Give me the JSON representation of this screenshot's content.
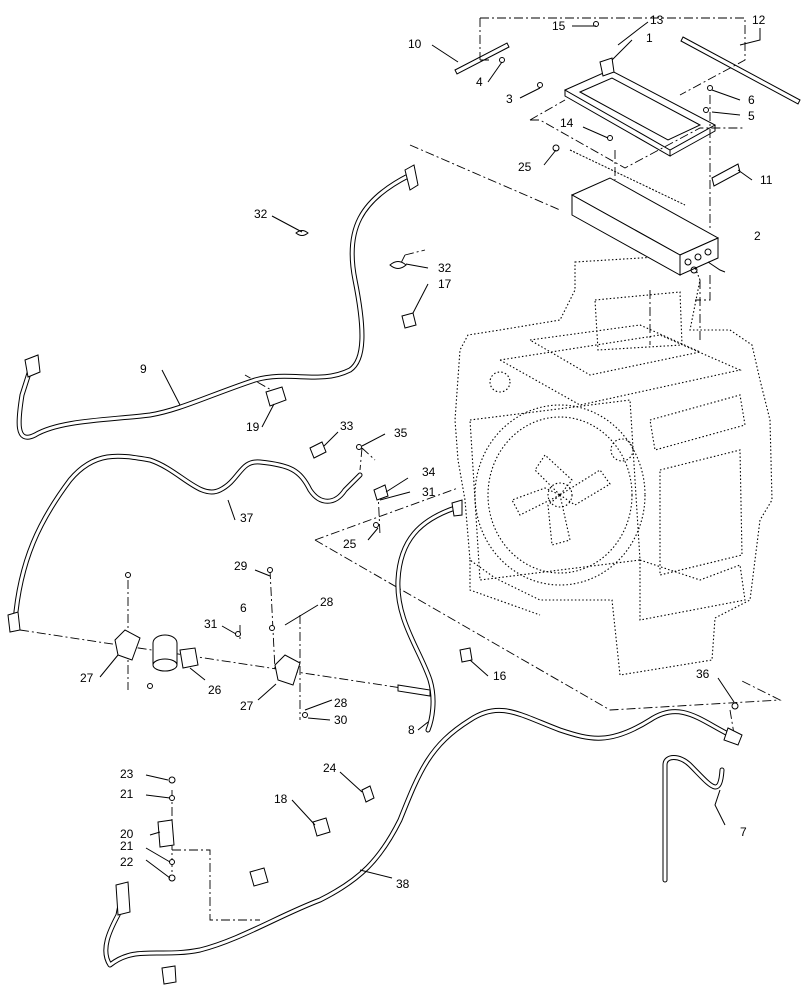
{
  "diagram": {
    "callouts": [
      {
        "id": "c1",
        "label": "1"
      },
      {
        "id": "c2",
        "label": "2"
      },
      {
        "id": "c3",
        "label": "3"
      },
      {
        "id": "c4",
        "label": "4"
      },
      {
        "id": "c5",
        "label": "5"
      },
      {
        "id": "c6a",
        "label": "6"
      },
      {
        "id": "c6b",
        "label": "6"
      },
      {
        "id": "c7",
        "label": "7"
      },
      {
        "id": "c8",
        "label": "8"
      },
      {
        "id": "c9",
        "label": "9"
      },
      {
        "id": "c10",
        "label": "10"
      },
      {
        "id": "c11",
        "label": "11"
      },
      {
        "id": "c12",
        "label": "12"
      },
      {
        "id": "c13",
        "label": "13"
      },
      {
        "id": "c14",
        "label": "14"
      },
      {
        "id": "c15",
        "label": "15"
      },
      {
        "id": "c16",
        "label": "16"
      },
      {
        "id": "c17",
        "label": "17"
      },
      {
        "id": "c18",
        "label": "18"
      },
      {
        "id": "c19",
        "label": "19"
      },
      {
        "id": "c20",
        "label": "20"
      },
      {
        "id": "c21a",
        "label": "21"
      },
      {
        "id": "c21b",
        "label": "21"
      },
      {
        "id": "c22",
        "label": "22"
      },
      {
        "id": "c23",
        "label": "23"
      },
      {
        "id": "c24",
        "label": "24"
      },
      {
        "id": "c25a",
        "label": "25"
      },
      {
        "id": "c25b",
        "label": "25"
      },
      {
        "id": "c26",
        "label": "26"
      },
      {
        "id": "c27a",
        "label": "27"
      },
      {
        "id": "c27b",
        "label": "27"
      },
      {
        "id": "c28a",
        "label": "28"
      },
      {
        "id": "c28b",
        "label": "28"
      },
      {
        "id": "c29",
        "label": "29"
      },
      {
        "id": "c30",
        "label": "30"
      },
      {
        "id": "c31a",
        "label": "31"
      },
      {
        "id": "c31b",
        "label": "31"
      },
      {
        "id": "c32a",
        "label": "32"
      },
      {
        "id": "c32b",
        "label": "32"
      },
      {
        "id": "c33",
        "label": "33"
      },
      {
        "id": "c34",
        "label": "34"
      },
      {
        "id": "c35",
        "label": "35"
      },
      {
        "id": "c36",
        "label": "36"
      },
      {
        "id": "c37",
        "label": "37"
      },
      {
        "id": "c38",
        "label": "38"
      }
    ]
  }
}
